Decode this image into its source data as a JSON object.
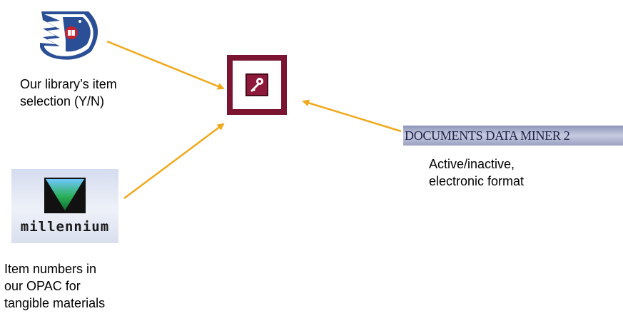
{
  "colors": {
    "arrow": "#f0a81c",
    "icon_border": "#7a1431",
    "icon_fill": "#8e1a3a"
  },
  "icons": {
    "fdlp": "eagle-book-emblem-icon",
    "center": "access-key-icon",
    "millennium": "millennium-triangle-logo",
    "ddm": "documents-data-miner-banner"
  },
  "nodes": {
    "fdlp": {
      "caption_lines": [
        "Our library’s item",
        "selection (Y/N)"
      ]
    },
    "millennium": {
      "logo_text": "millennium",
      "caption_lines": [
        "Item numbers in",
        "our OPAC for",
        "tangible materials"
      ]
    },
    "ddm": {
      "banner_text": "Documents Data Miner 2",
      "caption_lines": [
        "Active/inactive,",
        "electronic format"
      ]
    }
  }
}
